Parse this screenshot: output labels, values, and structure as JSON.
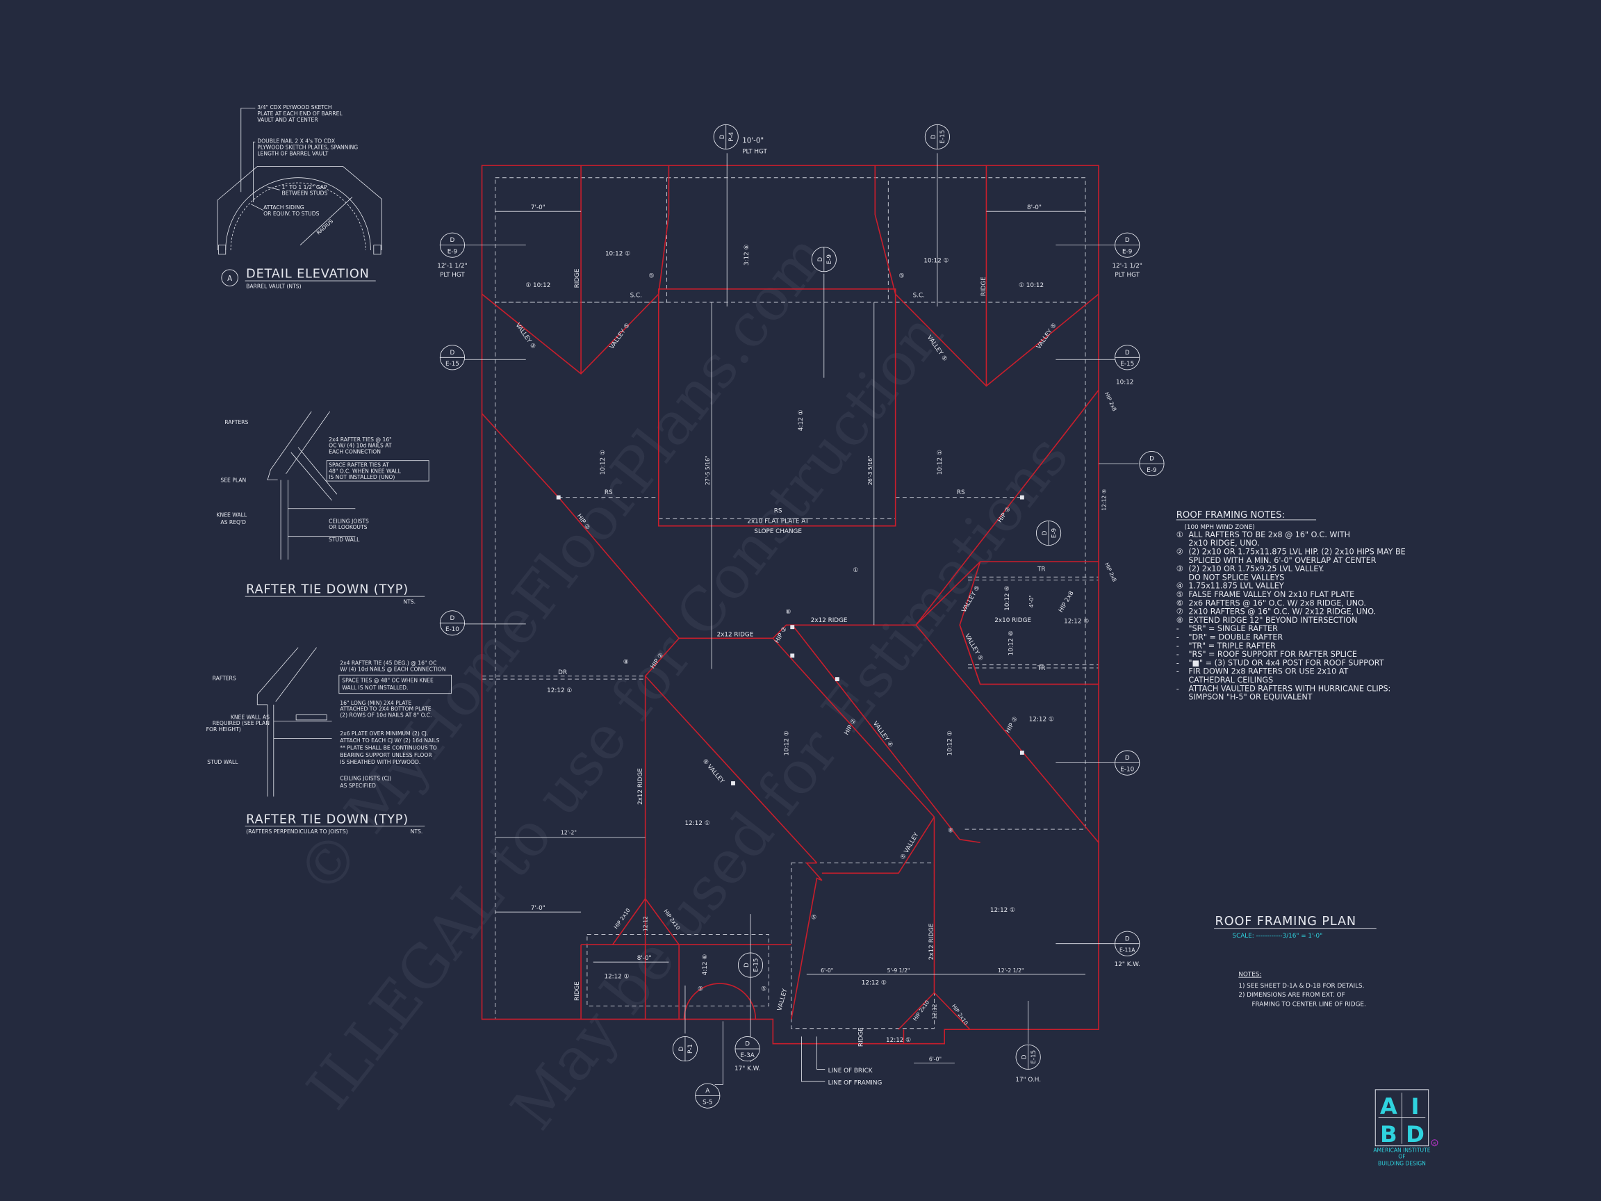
{
  "watermark": [
    "© MyHomeFloorPlans.com",
    "ILLEGAL to use for Construction",
    "May be used for Estimations"
  ],
  "colors": {
    "background": "#242a3e",
    "framing": "#c81e2c",
    "accent": "#2fd3df",
    "ink": "#e6e8ef"
  },
  "detail_elevation": {
    "marker": "A",
    "title": "DETAIL ELEVATION",
    "subtitle": "BARREL VAULT (NTS)",
    "notes": [
      "3/4\" CDX PLYWOOD SKETCH",
      "PLATE AT EACH END OF BARREL",
      "VAULT AND AT CENTER",
      "DOUBLE NAIL 2 X 4's TO CDX",
      "PLYWOOD SKETCH PLATES, SPANNING",
      "LENGTH OF BARREL VAULT",
      "1\" TO 1 1/2\" GAP",
      "BETWEEN STUDS",
      "ATTACH SIDING",
      "OR EQUIV. TO STUDS",
      "RADIUS"
    ]
  },
  "rafter_tie_1": {
    "title": "RAFTER TIE DOWN (TYP)",
    "nts": "NTS.",
    "labels": [
      "RAFTERS",
      "SEE PLAN",
      "KNEE WALL",
      "AS REQ'D",
      "2x4 RAFTER TIES @ 16\"",
      "OC W/ (4) 10d NAILS AT",
      "EACH CONNECTION",
      "SPACE RAFTER TIES AT",
      "48\" O.C. WHEN KNEE WALL",
      "IS NOT INSTALLED (UNO)",
      "CEILING JOISTS",
      "OR LOOKOUTS",
      "STUD WALL"
    ]
  },
  "rafter_tie_2": {
    "title": "RAFTER TIE DOWN (TYP)",
    "subtitle": "(RAFTERS PERPENDICULAR TO JOISTS)",
    "nts": "NTS.",
    "labels": [
      "RAFTERS",
      "KNEE WALL AS",
      "REQUIRED (SEE PLAN",
      "FOR HEIGHT)",
      "STUD WALL",
      "2x4 RAFTER TIE (45 DEG.) @ 16\" OC",
      "W/ (4) 10d NAILS @ EACH CONNECTION",
      "SPACE TIES @ 48\" OC WHEN KNEE",
      "WALL IS NOT INSTALLED.",
      "16\" LONG (MIN) 2X4 PLATE",
      "ATTACHED TO 2X4 BOTTOM PLATE",
      "(2) ROWS OF 10d NAILS AT 8\" O.C.",
      "2x6 PLATE OVER MINIMUM (2) CJ.",
      "ATTACH TO EACH CJ W/ (2) 16d NAILS",
      "** PLATE SHALL BE CONTINUOUS TO",
      "BEARING SUPPORT UNLESS FLOOR",
      "IS SHEATHED WITH PLYWOOD.",
      "CEILING JOISTS (CJ)",
      "AS SPECIFIED"
    ]
  },
  "roof_notes": {
    "title": "ROOF FRAMING NOTES:",
    "wind_zone": "(100 MPH WIND ZONE)",
    "lines": [
      {
        "m": "①",
        "t": "ALL RAFTERS TO BE 2x8 @ 16\" O.C. WITH"
      },
      {
        "m": "",
        "t": "2x10 RIDGE, UNO."
      },
      {
        "m": "②",
        "t": "(2) 2x10 OR 1.75x11.875 LVL HIP. (2) 2x10 HIPS MAY BE"
      },
      {
        "m": "",
        "t": "SPLICED WITH A MIN. 6'-0\" OVERLAP AT CENTER"
      },
      {
        "m": "③",
        "t": "(2) 2x10 OR 1.75x9.25 LVL VALLEY."
      },
      {
        "m": "",
        "t": "DO NOT SPLICE VALLEYS"
      },
      {
        "m": "④",
        "t": "1.75x11.875 LVL VALLEY"
      },
      {
        "m": "⑤",
        "t": "FALSE FRAME VALLEY ON 2x10 FLAT PLATE"
      },
      {
        "m": "⑥",
        "t": "2x6 RAFTERS @ 16\" O.C. W/ 2x8 RIDGE, UNO."
      },
      {
        "m": "⑦",
        "t": "2x10 RAFTERS @ 16\" O.C. W/ 2x12 RIDGE, UNO."
      },
      {
        "m": "⑧",
        "t": "EXTEND RIDGE 12\" BEYOND INTERSECTION"
      },
      {
        "m": "-",
        "t": "\"SR\" = SINGLE RAFTER"
      },
      {
        "m": "-",
        "t": "\"DR\" = DOUBLE RAFTER"
      },
      {
        "m": "-",
        "t": "\"TR\" = TRIPLE RAFTER"
      },
      {
        "m": "-",
        "t": "\"RS\" = ROOF SUPPORT FOR RAFTER SPLICE"
      },
      {
        "m": "-",
        "t": "\"■\"  = (3) STUD OR 4x4 POST FOR ROOF SUPPORT"
      },
      {
        "m": "-",
        "t": "FIR DOWN 2x8 RAFTERS OR USE 2x10 AT"
      },
      {
        "m": "",
        "t": "CATHEDRAL CEILINGS"
      },
      {
        "m": "-",
        "t": "ATTACH VAULTED RAFTERS WITH HURRICANE CLIPS:"
      },
      {
        "m": "",
        "t": "SIMPSON \"H-5\" OR EQUIVALENT"
      }
    ]
  },
  "title_block": {
    "title": "ROOF FRAMING PLAN",
    "scale": "SCALE: ------------3/16\" = 1'-0\"",
    "notes_heading": "NOTES:",
    "notes": [
      "1)  SEE SHEET D-1A & D-1B FOR DETAILS.",
      "2)  DIMENSIONS ARE FROM EXT. OF",
      "FRAMING TO CENTER LINE OF RIDGE."
    ]
  },
  "logo": {
    "letters": [
      "A",
      "I",
      "B",
      "D"
    ],
    "line1": "AMERICAN INSTITUTE",
    "line2": "OF",
    "line3": "BUILDING DESIGN",
    "reg": "R"
  },
  "markers": [
    {
      "top": "D",
      "bottom": "P-4",
      "note1": "10'-0\"",
      "note2": "PLT HGT"
    },
    {
      "top": "D",
      "bottom": "E-15"
    },
    {
      "top": "D",
      "bottom": "E-9",
      "note1": "12'-1 1/2\"",
      "note2": "PLT HGT"
    },
    {
      "top": "D",
      "bottom": "E-15"
    },
    {
      "top": "D",
      "bottom": "E-9"
    },
    {
      "top": "D",
      "bottom": "E-9",
      "note1": "12'-1 1/2\"",
      "note2": "PLT HGT"
    },
    {
      "top": "D",
      "bottom": "E-15"
    },
    {
      "top": "D",
      "bottom": "E-9"
    },
    {
      "top": "D",
      "bottom": "E-9"
    },
    {
      "top": "D",
      "bottom": "E-10"
    },
    {
      "top": "D",
      "bottom": "E-10"
    },
    {
      "top": "D",
      "bottom": "E-11A",
      "note1": "12\" K.W."
    },
    {
      "top": "D",
      "bottom": "E-15"
    },
    {
      "top": "D",
      "bottom": "P-1"
    },
    {
      "top": "D",
      "bottom": "E-3A",
      "note1": "17\" K.W."
    },
    {
      "top": "A",
      "bottom": "S-5"
    },
    {
      "top": "D",
      "bottom": "E-15",
      "note1": "17\" O.H."
    }
  ],
  "plan_labels": [
    "7'-0\"",
    "8'-0\"",
    "10:12 ①",
    "① 10:12",
    "10:12 ①",
    "① 10:12",
    "3:12 ⑥",
    "4:12 ①",
    "10:12 ①",
    "10:12 ①",
    "RIDGE",
    "RIDGE",
    "VALLEY ⑤",
    "VALLEY ⑤",
    "VALLEY ⑤",
    "VALLEY ⑤",
    "S.C.",
    "S.C.",
    "⑤",
    "⑤",
    "RS",
    "RS",
    "RS",
    "2x10 FLAT PLATE AT",
    "SLOPE CHANGE",
    "27'-5 5/16\"",
    "26'-3 5/16\"",
    "HIP ②",
    "HIP ②",
    "①",
    "TR",
    "TR",
    "2x10 RIDGE",
    "4'-0\"",
    "10:12 ⑥",
    "10:12 ⑥",
    "12:12 ⑥",
    "VALLEY ⑤",
    "VALLEY ⑤",
    "HIP 2x8",
    "2x12 RIDGE",
    "2x12 RIDGE",
    "HIP ②",
    "HIP ②",
    "⑧",
    "⑧",
    "DR",
    "12:12 ①",
    "2x12 RIDGE",
    "④ VALLEY",
    "HIP ②",
    "VALLEY ④",
    "10:12 ①",
    "10:12 ①",
    "HIP ②",
    "12:12 ①",
    "12'-2\"",
    "12:12 ①",
    "⑤ VALLEY",
    "⑧",
    "7'-0\"",
    "HIP 2x10",
    "HIP 2x10",
    "12:12",
    "8'-0\"",
    "RIDGE",
    "12:12 ①",
    "4:12 ⑥",
    "⑤",
    "⑤",
    "VALLEY",
    "⑤",
    "2x12 RIDGE",
    "12:12 ①",
    "6'-0\"",
    "5'-9 1/2\"",
    "12'-2 1/2\"",
    "12:12 ①",
    "HIP 2x10",
    "HIP 2x10",
    "12:12",
    "RIDGE",
    "12:12 ①",
    "6'-0\"",
    "LINE OF BRICK",
    "LINE OF FRAMING",
    "10:12",
    "HIP 2x8",
    "12:12 ⑥",
    "HIP 2x8"
  ]
}
